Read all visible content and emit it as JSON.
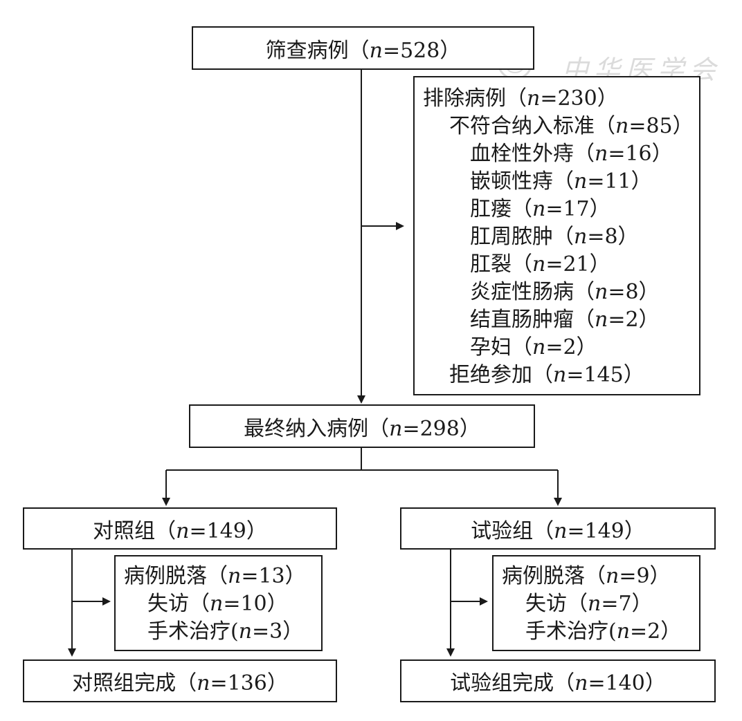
{
  "screening": {
    "label": "筛查病例（",
    "n": "n",
    "value": "=528）"
  },
  "excluded": {
    "title": {
      "label": "排除病例（",
      "n": "n",
      "value": "=230）"
    },
    "not_meeting": {
      "label": "不符合纳入标准（",
      "n": "n",
      "value": "=85）"
    },
    "reasons": [
      {
        "label": "血栓性外痔（",
        "n": "n",
        "value": "=16）"
      },
      {
        "label": "嵌顿性痔（",
        "n": "n",
        "value": "=11）"
      },
      {
        "label": "肛瘘（",
        "n": "n",
        "value": "=17）"
      },
      {
        "label": "肛周脓肿（",
        "n": "n",
        "value": "=8）"
      },
      {
        "label": "肛裂（",
        "n": "n",
        "value": "=21）"
      },
      {
        "label": "炎症性肠病（",
        "n": "n",
        "value": "=8）"
      },
      {
        "label": "结直肠肿瘤（",
        "n": "n",
        "value": "=2）"
      },
      {
        "label": "孕妇（",
        "n": "n",
        "value": "=2）"
      }
    ],
    "refused": {
      "label": "拒绝参加（",
      "n": "n",
      "value": "=145）"
    }
  },
  "enrolled": {
    "label": "最终纳入病例（",
    "n": "n",
    "value": "=298）"
  },
  "control": {
    "group": {
      "label": "对照组（",
      "n": "n",
      "value": "=149）"
    },
    "dropout": {
      "label": "病例脱落（",
      "n": "n",
      "value": "=13）"
    },
    "lost": {
      "label": "失访（",
      "n": "n",
      "value": "=10）"
    },
    "surgery": {
      "label": "手术治疗(",
      "n": "n",
      "value": "=3）"
    },
    "completed": {
      "label": "对照组完成（",
      "n": "n",
      "value": "=136）"
    }
  },
  "trial": {
    "group": {
      "label": "试验组（",
      "n": "n",
      "value": "=149）"
    },
    "dropout": {
      "label": "病例脱落（",
      "n": "n",
      "value": "=9）"
    },
    "lost": {
      "label": "失访（",
      "n": "n",
      "value": "=7）"
    },
    "surgery": {
      "label": "手术治疗(",
      "n": "n",
      "value": "=2）"
    },
    "completed": {
      "label": "试验组完成（",
      "n": "n",
      "value": "=140）"
    }
  },
  "watermark": {
    "text": "中华医学会",
    "icon": "seal-logo-icon"
  },
  "colors": {
    "line": "#1a1a1a",
    "watermark": "#9a9a9a"
  }
}
